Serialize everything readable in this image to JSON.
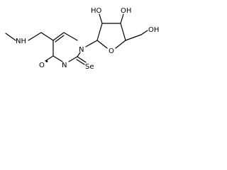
{
  "molecule": {
    "atoms": {
      "oh_upper_left": "HO",
      "oh_upper_right": "OH",
      "oh_right": "OH",
      "ring_oxygen": "O",
      "n1": "N",
      "n3": "N",
      "amine_nh": "NH",
      "carbonyl_oxygen": "O",
      "radical_dot": "•",
      "selenium": "Se"
    }
  }
}
